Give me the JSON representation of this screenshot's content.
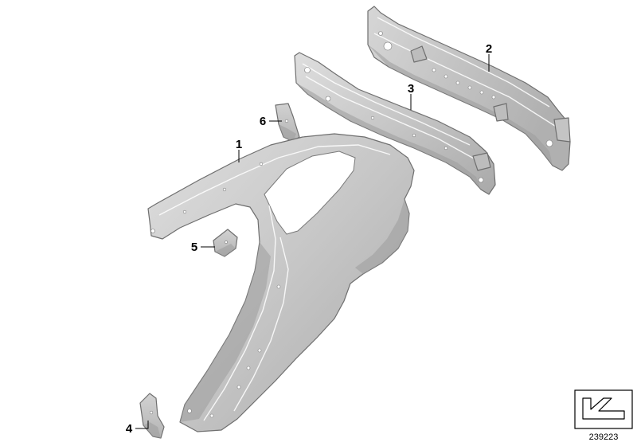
{
  "diagram": {
    "parts": [
      {
        "id": "1",
        "label": "1"
      },
      {
        "id": "2",
        "label": "2"
      },
      {
        "id": "3",
        "label": "3"
      },
      {
        "id": "4",
        "label": "4"
      },
      {
        "id": "5",
        "label": "5"
      },
      {
        "id": "6",
        "label": "6"
      }
    ],
    "reference_number": "239223",
    "colors": {
      "panel_fill": "#c8c8c8",
      "panel_stroke": "#6f6f6f",
      "panel_light": "#dcdcdc",
      "panel_dark": "#a9a9a9"
    }
  }
}
